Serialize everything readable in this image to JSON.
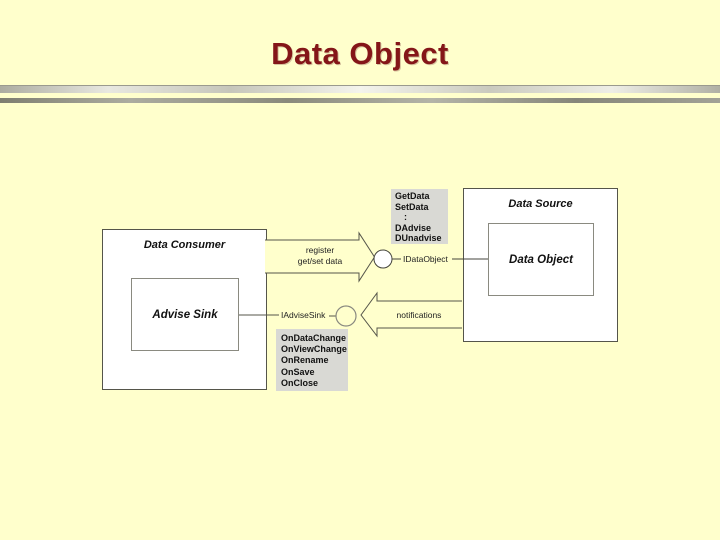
{
  "slide": {
    "title": "Data Object",
    "colors": {
      "background": "#FFFFCC",
      "title_text": "#841618",
      "box_fill": "#FFFFFF",
      "panel_fill": "#D9D9D4",
      "connector_line": "#55554A"
    }
  },
  "diagram": {
    "data_consumer": {
      "label": "Data Consumer"
    },
    "advise_sink": {
      "label": "Advise Sink"
    },
    "data_source": {
      "label": "Data Source"
    },
    "data_object": {
      "label": "Data Object"
    },
    "data_object_methods": [
      "GetData",
      "SetData",
      ":",
      "DAdvise",
      "DUnadvise"
    ],
    "advise_sink_methods": [
      "OnDataChange",
      "OnViewChange",
      "OnRename",
      "OnSave",
      "OnClose"
    ],
    "register_arrow": {
      "line1": "register",
      "line2": "get/set data"
    },
    "idataobject_label": "IDataObject",
    "iadvisesink_label": "IAdviseSink",
    "notifications_label": "notifications"
  }
}
